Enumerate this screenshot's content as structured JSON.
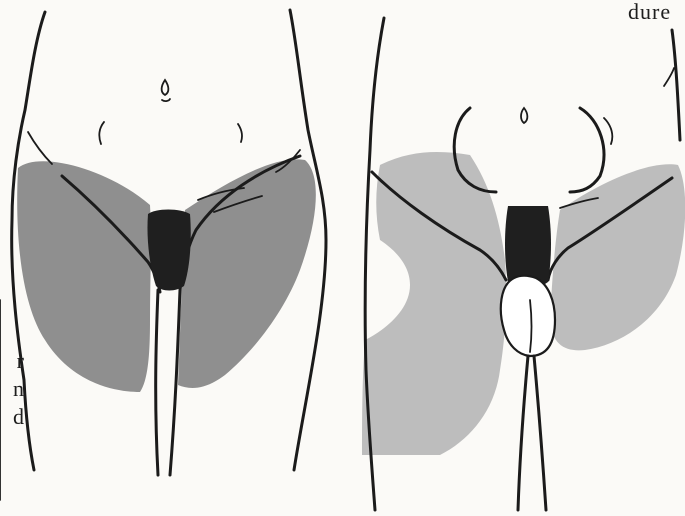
{
  "text": {
    "top_right": "dure",
    "left_margin": [
      "r",
      "n",
      "d"
    ]
  }
}
